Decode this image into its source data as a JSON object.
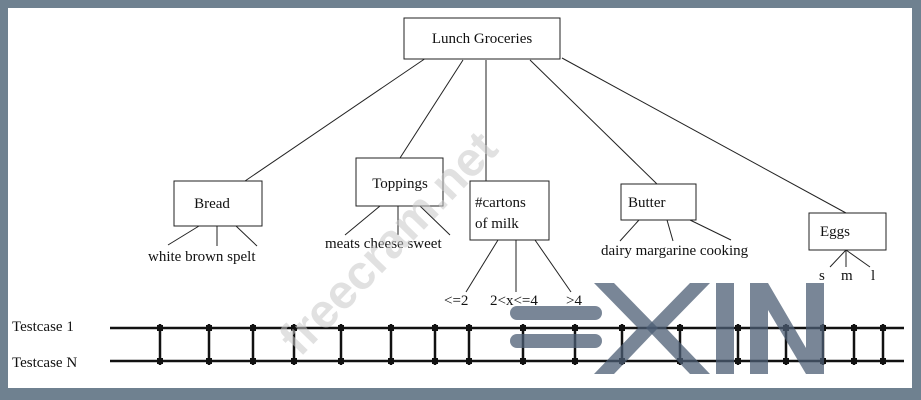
{
  "root": {
    "label": "Lunch Groceries"
  },
  "categories": [
    {
      "id": "bread",
      "label_lines": [
        "Bread"
      ],
      "values": [
        "white brown spelt"
      ]
    },
    {
      "id": "toppings",
      "label_lines": [
        "Toppings"
      ],
      "values": [
        "meats cheese sweet"
      ]
    },
    {
      "id": "milk",
      "label_lines": [
        "#cartons",
        "of milk"
      ],
      "values": [
        "<=2",
        "2<x<=4",
        ">4"
      ]
    },
    {
      "id": "butter",
      "label_lines": [
        "Butter"
      ],
      "values": [
        "dairy margarine cooking"
      ]
    },
    {
      "id": "eggs",
      "label_lines": [
        "Eggs"
      ],
      "values": [
        "s",
        "m",
        "l"
      ]
    }
  ],
  "testcases": [
    "Testcase 1",
    "Testcase N"
  ],
  "watermark": "freecram.net",
  "logo": "EXIN"
}
